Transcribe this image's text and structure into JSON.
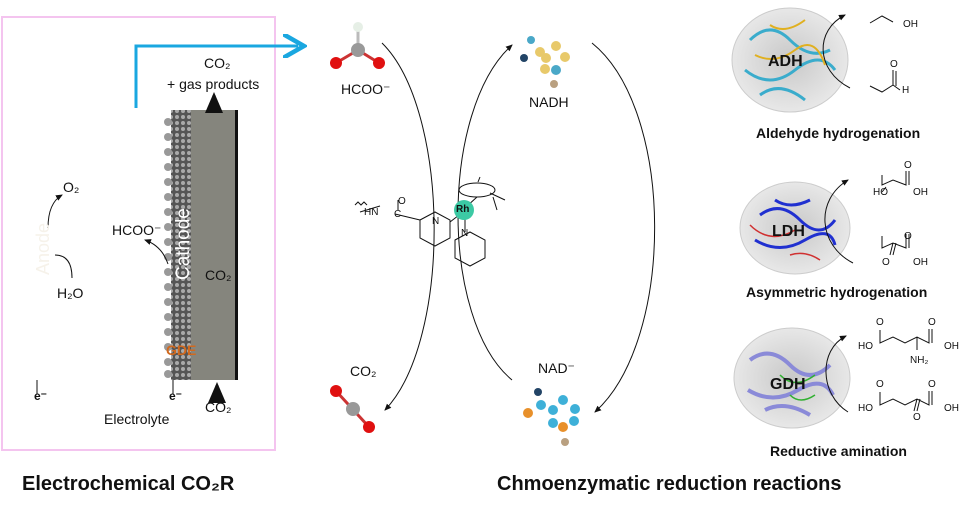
{
  "electrochem": {
    "title": "Electrochemical CO₂R",
    "gas_out": "CO₂",
    "gas_products": "+ gas products",
    "cathode": "Cathode",
    "anode": "Anode",
    "co2_inside": "CO₂",
    "gde": "GDE",
    "hcoo": "HCOO⁻",
    "o2": "O₂",
    "h2o": "H₂O",
    "e_left": "e⁻",
    "e_right": "e⁻",
    "co2_in": "CO₂",
    "electrolyte": "Electrolyte"
  },
  "cycle": {
    "title": "Chmoenzymatic reduction reactions",
    "hcoo": "HCOO⁻",
    "nadh": "NADH",
    "co2": "CO₂",
    "nad": "NAD⁻",
    "catalyst": {
      "metal": "Rh",
      "n1": "N",
      "n2": "N",
      "hn": "HN",
      "c": "C",
      "o": "O"
    }
  },
  "enzymes": [
    {
      "name": "ADH",
      "caption": "Aldehyde hydrogenation",
      "product_labels": [
        "OH"
      ],
      "substrate_labels": [
        "O",
        "H"
      ]
    },
    {
      "name": "LDH",
      "caption": "Asymmetric hydrogenation",
      "product_labels": [
        "O",
        "HO",
        "OH"
      ],
      "substrate_labels": [
        "O",
        "O",
        "OH"
      ]
    },
    {
      "name": "GDH",
      "caption": "Reductive amination",
      "product_labels": [
        "O",
        "O",
        "HO",
        "OH",
        "NH₂"
      ],
      "substrate_labels": [
        "O",
        "O",
        "HO",
        "OH",
        "O"
      ]
    }
  ],
  "colors": {
    "frame": "#f4c4ef",
    "flow_arrow": "#1aa7e0",
    "gde": "#d2691e",
    "electrode": "#85857d",
    "rh": "#3cc9a4"
  }
}
